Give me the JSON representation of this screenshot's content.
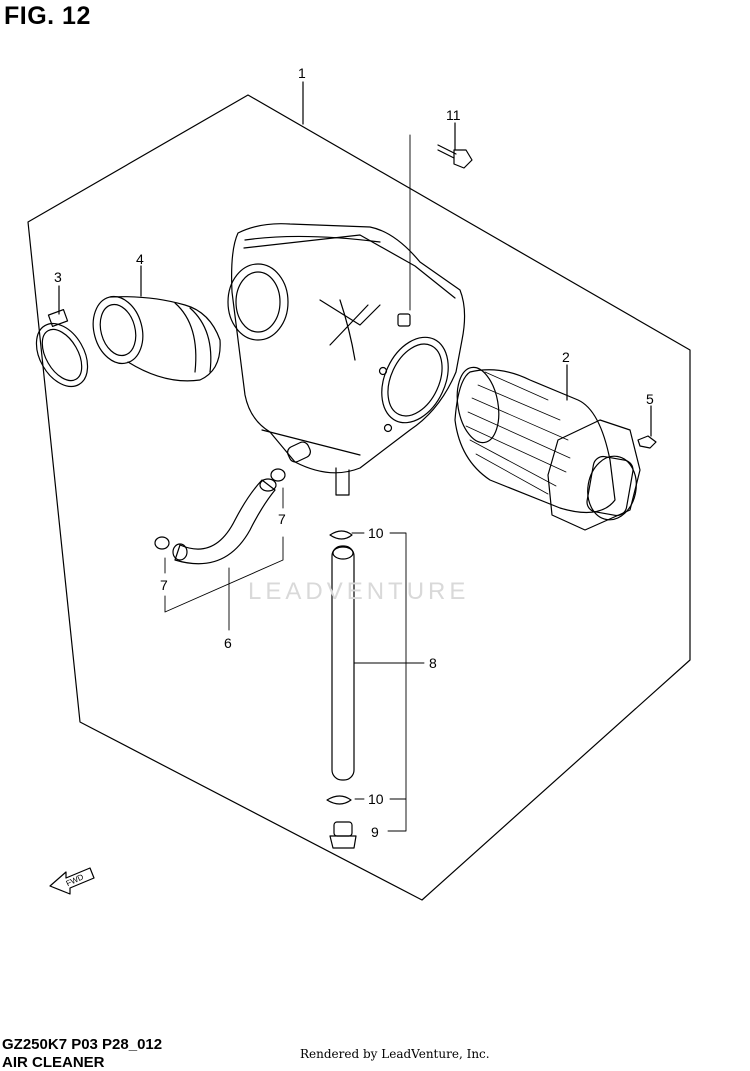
{
  "figure": {
    "title": "FIG. 12"
  },
  "callouts": {
    "c1": "1",
    "c2": "2",
    "c3": "3",
    "c4": "4",
    "c5": "5",
    "c6": "6",
    "c7a": "7",
    "c7b": "7",
    "c8": "8",
    "c9": "9",
    "c10a": "10",
    "c10b": "10",
    "c11": "11"
  },
  "watermark": "LEADVENTURE",
  "footer": {
    "model_code": "GZ250K7 P03 P28_012",
    "section_name": "AIR CLEANER",
    "rendered_by": "Rendered by LeadVenture, Inc."
  },
  "fwd_label": "FWD"
}
